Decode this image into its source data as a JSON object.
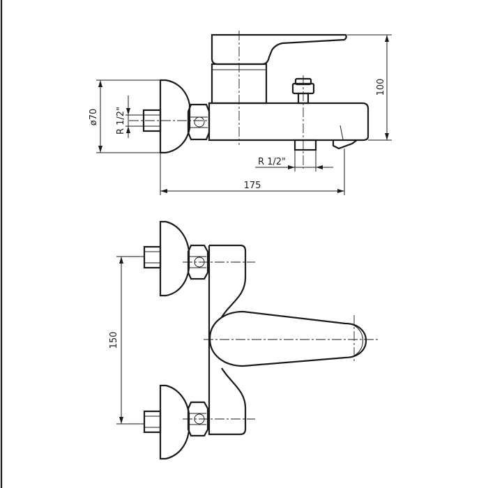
{
  "dimensions": {
    "diameter": "ø70",
    "thread_inlet": "R 1/2\"",
    "height": "100",
    "thread_outlet": "R 1/2\"",
    "width": "175",
    "spacing": "150"
  }
}
